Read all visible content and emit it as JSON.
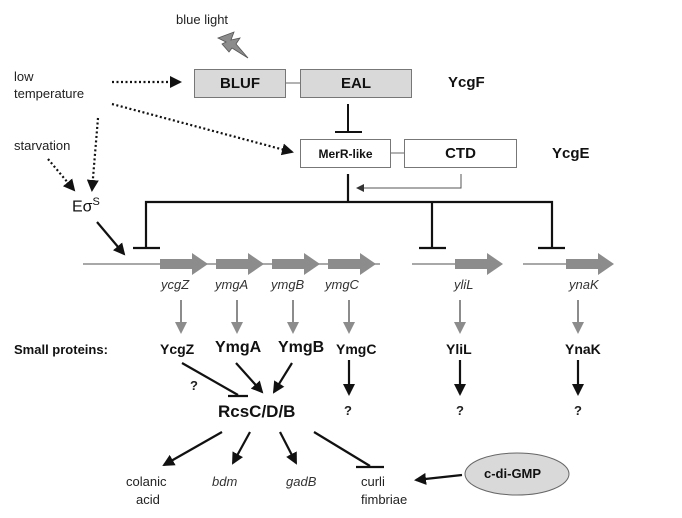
{
  "signals": {
    "blue_light": "blue light",
    "low_temperature_line1": "low",
    "low_temperature_line2": "temperature",
    "starvation": "starvation",
    "sigma_factor_base": "Eσ",
    "sigma_factor_sup": "S"
  },
  "proteins": {
    "ycgf": {
      "name": "YcgF",
      "domains": [
        "BLUF",
        "EAL"
      ]
    },
    "ycge": {
      "name": "YcgE",
      "domains": [
        "MerR-like",
        "CTD"
      ]
    }
  },
  "genes": [
    "ycgZ",
    "ymgA",
    "ymgB",
    "ymgC",
    "yliL",
    "ynaK"
  ],
  "small_proteins": {
    "label": "Small proteins:",
    "items": [
      "YcgZ",
      "YmgA",
      "YmgB",
      "YmgC",
      "YliL",
      "YnaK"
    ]
  },
  "unknown_marker": "?",
  "rcs": "RcsC/D/B",
  "targets": {
    "colanic_line1": "colanic",
    "colanic_line2": "acid",
    "bdm": "bdm",
    "gadB": "gadB",
    "curli_line1": "curli",
    "curli_line2": "fimbriae"
  },
  "c_di_gmp": "c-di-GMP",
  "colors": {
    "domain_fill": "#d9d9d9",
    "gene_arrow": "#8c8c8c",
    "ellipse_fill": "#d9d9d9",
    "line": "#111111"
  }
}
